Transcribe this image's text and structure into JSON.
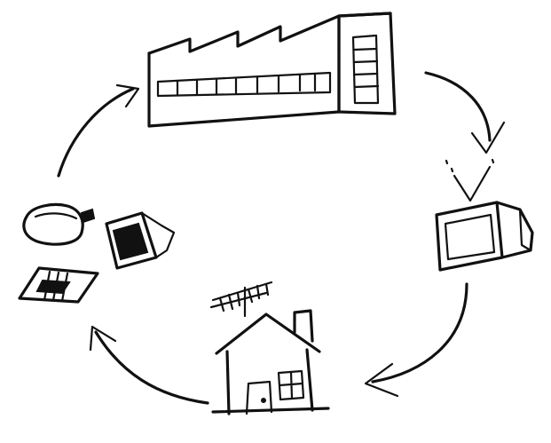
{
  "diagram": {
    "nodes": [
      {
        "id": "factory",
        "icon": "factory-icon"
      },
      {
        "id": "television",
        "icon": "television-icon"
      },
      {
        "id": "house",
        "icon": "house-with-antenna-icon"
      },
      {
        "id": "waste",
        "icon": "discarded-electronics-icon"
      }
    ],
    "arrows": [
      {
        "from": "factory",
        "to": "television"
      },
      {
        "from": "television",
        "to": "house"
      },
      {
        "from": "house",
        "to": "waste"
      },
      {
        "from": "waste",
        "to": "factory"
      }
    ],
    "colors": {
      "ink": "#111111",
      "background": "#ffffff"
    }
  }
}
